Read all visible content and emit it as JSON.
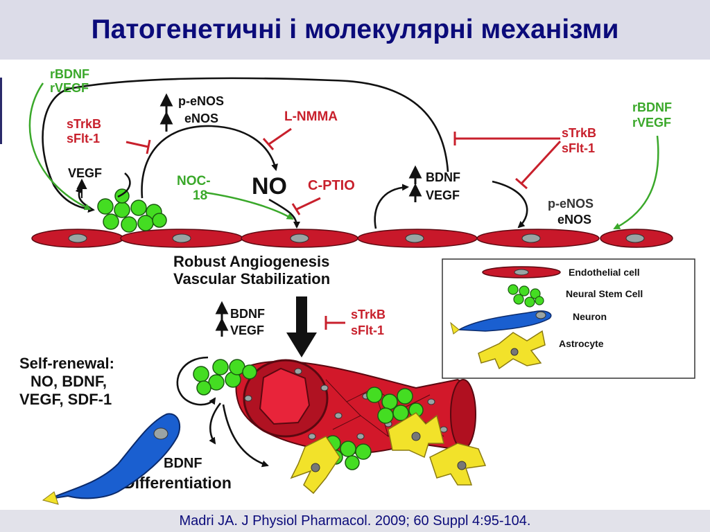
{
  "title": "Патогенетичні і молекулярні механізми",
  "citation": "Madri JA. J Physiol Pharmacol. 2009; 60 Suppl 4:95-104.",
  "labels": {
    "rbdnf_left": "rBDNF",
    "rvegf_left": "rVEGF",
    "rbdnf_right": "rBDNF",
    "rvegf_right": "rVEGF",
    "p_enos_top": "p-eNOS",
    "enos_top": "eNOS",
    "strkb_left": "sTrkB",
    "sflt1_left": "sFlt-1",
    "vegf_left": "VEGF",
    "l_nmma": "L-NMMA",
    "noc18_a": "NOC-",
    "noc18_b": "18",
    "no": "NO",
    "c_ptio": "C-PTIO",
    "bdnf_mid": "BDNF",
    "vegf_mid": "VEGF",
    "strkb_right": "sTrkB",
    "sflt1_right": "sFlt-1",
    "p_enos_right": "p-eNOS",
    "enos_right": "eNOS",
    "robust": "Robust Angiogenesis",
    "stabilization": "Vascular Stabilization",
    "bdnf_lower": "BDNF",
    "vegf_lower": "VEGF",
    "strkb_lower": "sTrkB",
    "sflt1_lower": "sFlt-1",
    "self_renewal_1": "Self-renewal:",
    "self_renewal_2": "NO, BDNF,",
    "self_renewal_3": "VEGF, SDF-1",
    "bdnf_diff": "BDNF",
    "differentiation": "Differentiation"
  },
  "legend": {
    "endothelial": "Endothelial cell",
    "nsc": "Neural Stem Cell",
    "neuron": "Neuron",
    "astrocyte": "Astrocyte"
  },
  "colors": {
    "title_text": "#0b0b7a",
    "inhibitor_red": "#c8202c",
    "agonist_green": "#3aa82a",
    "endothelial_red": "#c8182a",
    "stem_cell_green": "#44dd22",
    "neuron_blue": "#1a5fd0",
    "astrocyte_yellow": "#f2e22a"
  }
}
